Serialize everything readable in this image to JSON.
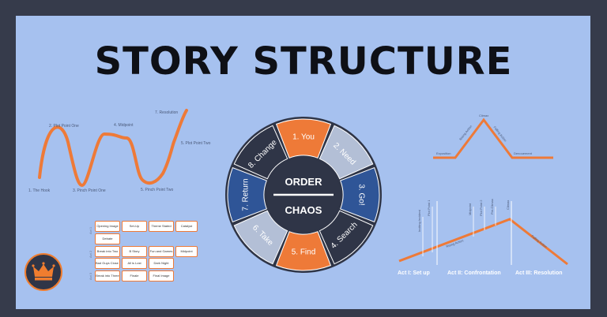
{
  "title": "STORY STRUCTURE",
  "wave": {
    "points": [
      "1. The Hook",
      "2. Plot Point One",
      "3. Pinch Point One",
      "4. Midpoint",
      "5. Pinch Point Two",
      "5. Plot Point Two",
      "7. Resolution"
    ]
  },
  "circle": {
    "center_top": "ORDER",
    "center_bottom": "CHAOS",
    "segments": [
      "1. You",
      "2. Need",
      "3. Go!",
      "4. Search",
      "5. Find",
      "6. Take",
      "7. Return",
      "8. Change"
    ]
  },
  "mountain": {
    "peak": "Climax",
    "left_base": "Exposition",
    "left_slope": "Rising Action",
    "right_slope": "Falling Action",
    "right_base": "Denouement"
  },
  "three_act": {
    "acts": [
      "Act I: Set up",
      "Act II: Confrontation",
      "Act III: Resolution"
    ],
    "markers": [
      "Inciting Incident",
      "Plot Point 1",
      "Midpoint",
      "Plot Point 2",
      "Pre-Climax",
      "Climax"
    ],
    "slopes": [
      "Rising Action",
      "Falling Action"
    ]
  },
  "beat_grid": {
    "rows": [
      {
        "label": "Act 1",
        "cells": [
          "Opening Image",
          "Set-Up",
          "Theme Stated",
          "Catalyst"
        ]
      },
      {
        "label": "",
        "cells": [
          "Debate"
        ]
      },
      {
        "label": "Act 2",
        "cells": [
          "Break into Two",
          "B Story",
          "Fun and Games",
          "Midpoint"
        ]
      },
      {
        "label": "",
        "cells": [
          "Bad Guys Close In",
          "All is Lost",
          "Dark Night"
        ]
      },
      {
        "label": "Act 3",
        "cells": [
          "Break into Three",
          "Finale",
          "Final Image"
        ]
      }
    ]
  },
  "colors": {
    "panel": "#a6c1ef",
    "frame": "#363b4b",
    "orange": "#ee7a38",
    "dark": "#2f3547",
    "navy": "#2f5597",
    "light": "#b3bfd6"
  },
  "logo": "crown-icon"
}
